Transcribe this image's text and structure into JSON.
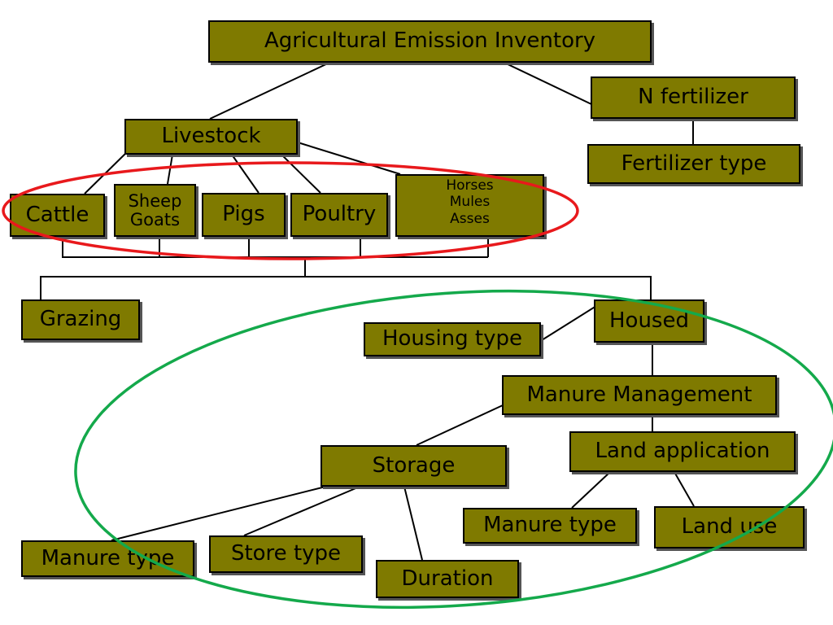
{
  "nodes": {
    "root": "Agricultural Emission Inventory",
    "n_fertilizer": "N fertilizer",
    "fertilizer_type": "Fertilizer type",
    "livestock": "Livestock",
    "cattle": "Cattle",
    "sheep": "Sheep",
    "goats": "Goats",
    "pigs": "Pigs",
    "poultry": "Poultry",
    "horses": "Horses",
    "mules": "Mules",
    "asses": "Asses",
    "grazing": "Grazing",
    "housed": "Housed",
    "housing_type": "Housing type",
    "manure_management": "Manure Management",
    "land_application": "Land application",
    "storage": "Storage",
    "manure_type_storage": "Manure type",
    "store_type": "Store type",
    "duration": "Duration",
    "manure_type_land": "Manure type",
    "land_use": "Land use"
  },
  "colors": {
    "node_fill": "#7f7a00",
    "livestock_group_ellipse": "#e8191c",
    "housed_group_ellipse": "#14a94b"
  }
}
